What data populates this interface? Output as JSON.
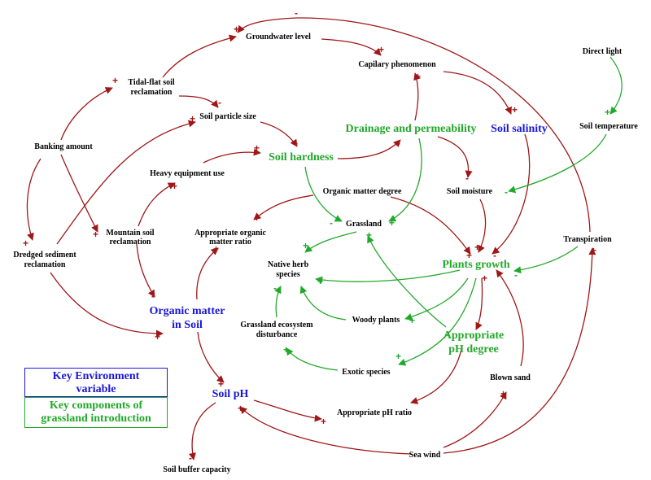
{
  "colors": {
    "red": "#a01717",
    "green": "#22a82a",
    "blue": "#1a17d6",
    "black": "#000000"
  },
  "nodes": {
    "groundwater": "Groundwater level",
    "capillary": "Capilary phenomenon",
    "direct_light": "Direct light",
    "tidal1": "Tidal-flat soil",
    "tidal2": "reclamation",
    "particle": "Soil particle size",
    "drainage": "Drainage and permeability",
    "salinity": "Soil salinity",
    "soil_temp": "Soil temperature",
    "banking": "Banking amount",
    "hardness": "Soil hardness",
    "heavy": "Heavy equipment use",
    "om_degree": "Organic matter degree",
    "moisture": "Soil moisture",
    "grassland": "Grassland",
    "mountain1": "Mountain soil",
    "mountain2": "reclamation",
    "om_ratio1": "Appropriate organic",
    "om_ratio2": "matter ratio",
    "dredged1": "Dredged sediment",
    "dredged2": "reclamation",
    "transpiration": "Transpiration",
    "native1": "Native herb",
    "native2": "species",
    "plants": "Plants growth",
    "om_soil1": "Organic matter",
    "om_soil2": "in Soil",
    "disturb1": "Grassland ecosystem",
    "disturb2": "disturbance",
    "woody": "Woody plants",
    "ph_degree1": "Appropriate",
    "ph_degree2": "pH degree",
    "exotic": "Exotic species",
    "blown": "Blown sand",
    "soil_ph": "Soil pH",
    "ph_ratio": "Appropriate pH ratio",
    "sea_wind": "Sea wind",
    "buffer": "Soil buffer capacity"
  },
  "legend": {
    "environment1": "Key Environment",
    "environment2": "variable",
    "components1": "Key components of",
    "components2": "grassland introduction"
  },
  "signs": {
    "plus": "+",
    "minus": "-"
  }
}
